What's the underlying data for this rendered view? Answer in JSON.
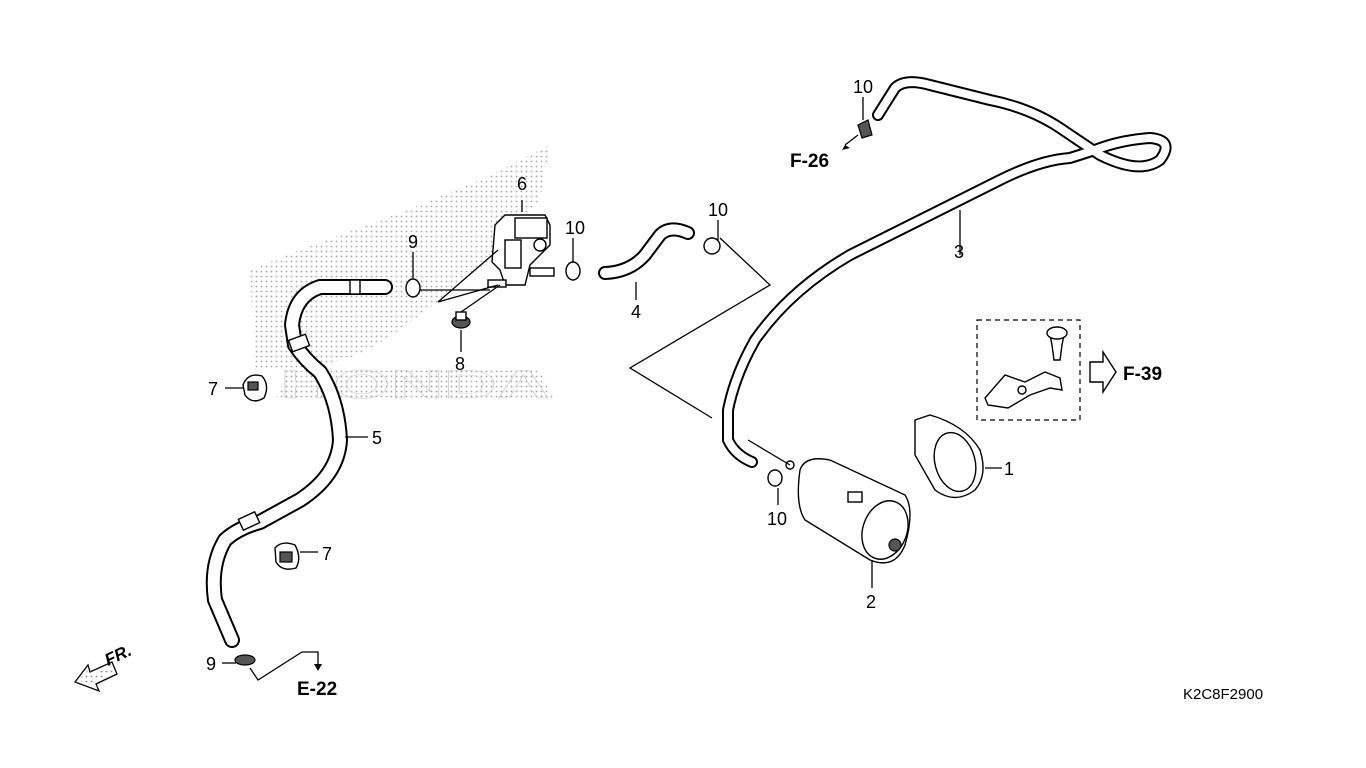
{
  "watermark": {
    "text": "HONDA"
  },
  "callouts": {
    "p1": "1",
    "p2": "2",
    "p3": "3",
    "p4": "4",
    "p5": "5",
    "p6": "6",
    "p7a": "7",
    "p7b": "7",
    "p8": "8",
    "p9a": "9",
    "p9b": "9",
    "p10a": "10",
    "p10b": "10",
    "p10c": "10",
    "p10d": "10"
  },
  "references": {
    "f26": "F-26",
    "f39": "F-39",
    "e22": "E-22"
  },
  "front_label": "FR.",
  "diagram_code": "K2C8F2900"
}
